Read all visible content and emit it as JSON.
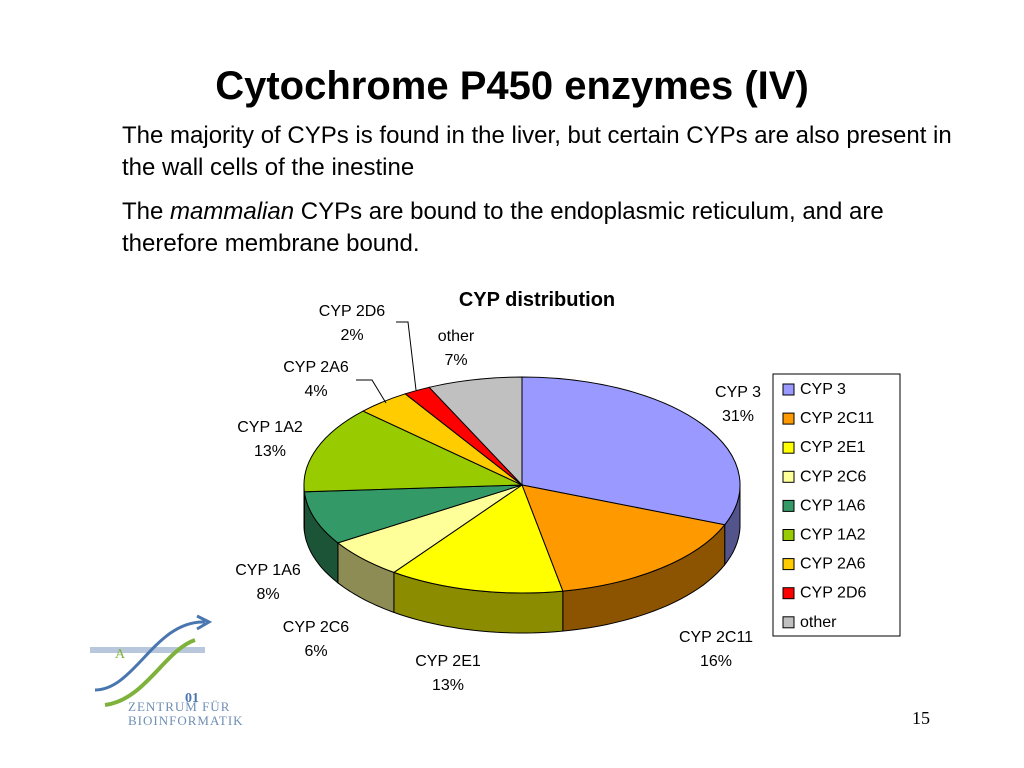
{
  "slide": {
    "title": "Cytochrome P450 enzymes (IV)",
    "para1": "The majority of CYPs is found in the liver, but certain CYPs are also present in the wall cells of the inestine",
    "para2_prefix": "The ",
    "para2_em": "mammalian",
    "para2_suffix": " CYPs are bound to the endoplasmic reticulum, and are therefore membrane bound.",
    "page_number": "15",
    "logo_text_1": "ZENTRUM FÜR",
    "logo_text_2": "BIOINFORMATIK"
  },
  "chart_data": {
    "type": "pie",
    "title": "CYP distribution",
    "categories": [
      "CYP 3",
      "CYP 2C11",
      "CYP 2E1",
      "CYP 2C6",
      "CYP 1A6",
      "CYP 1A2",
      "CYP 2A6",
      "CYP 2D6",
      "other"
    ],
    "values": [
      31,
      16,
      13,
      6,
      8,
      13,
      4,
      2,
      7
    ],
    "value_labels": [
      "31%",
      "16%",
      "13%",
      "6%",
      "8%",
      "13%",
      "4%",
      "2%",
      "7%"
    ],
    "colors": [
      "#9999ff",
      "#ff9900",
      "#ffff00",
      "#ffff99",
      "#339966",
      "#99cc00",
      "#ffcc00",
      "#ff0000",
      "#c0c0c0"
    ],
    "legend_position": "right",
    "start_angle": "12 o'clock, clockwise",
    "style": "3D pie"
  }
}
